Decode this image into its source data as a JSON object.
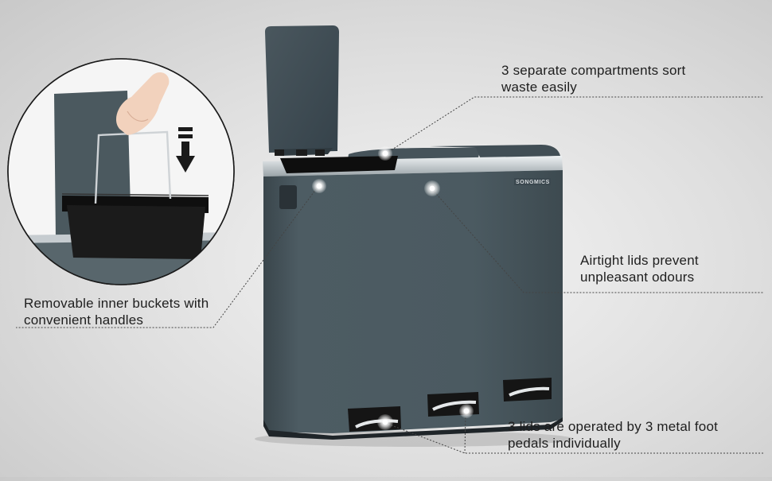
{
  "product": {
    "brand": "SONGMICS"
  },
  "callouts": {
    "compartments": {
      "line1": "3 separate compartments sort",
      "line2": "waste easily"
    },
    "airtight": {
      "line1": "Airtight lids prevent",
      "line2": "unpleasant odours"
    },
    "buckets": {
      "line1": "Removable inner buckets with",
      "line2": "convenient handles"
    },
    "pedals": {
      "line1": "3 lids are operated by 3 metal foot",
      "line2": "pedals individually"
    }
  },
  "colors": {
    "bin_body": "#4a585f",
    "lid": "#3e4b52",
    "trim": "#c9cfd3",
    "bucket": "#151515",
    "leader_line": "#444444"
  }
}
